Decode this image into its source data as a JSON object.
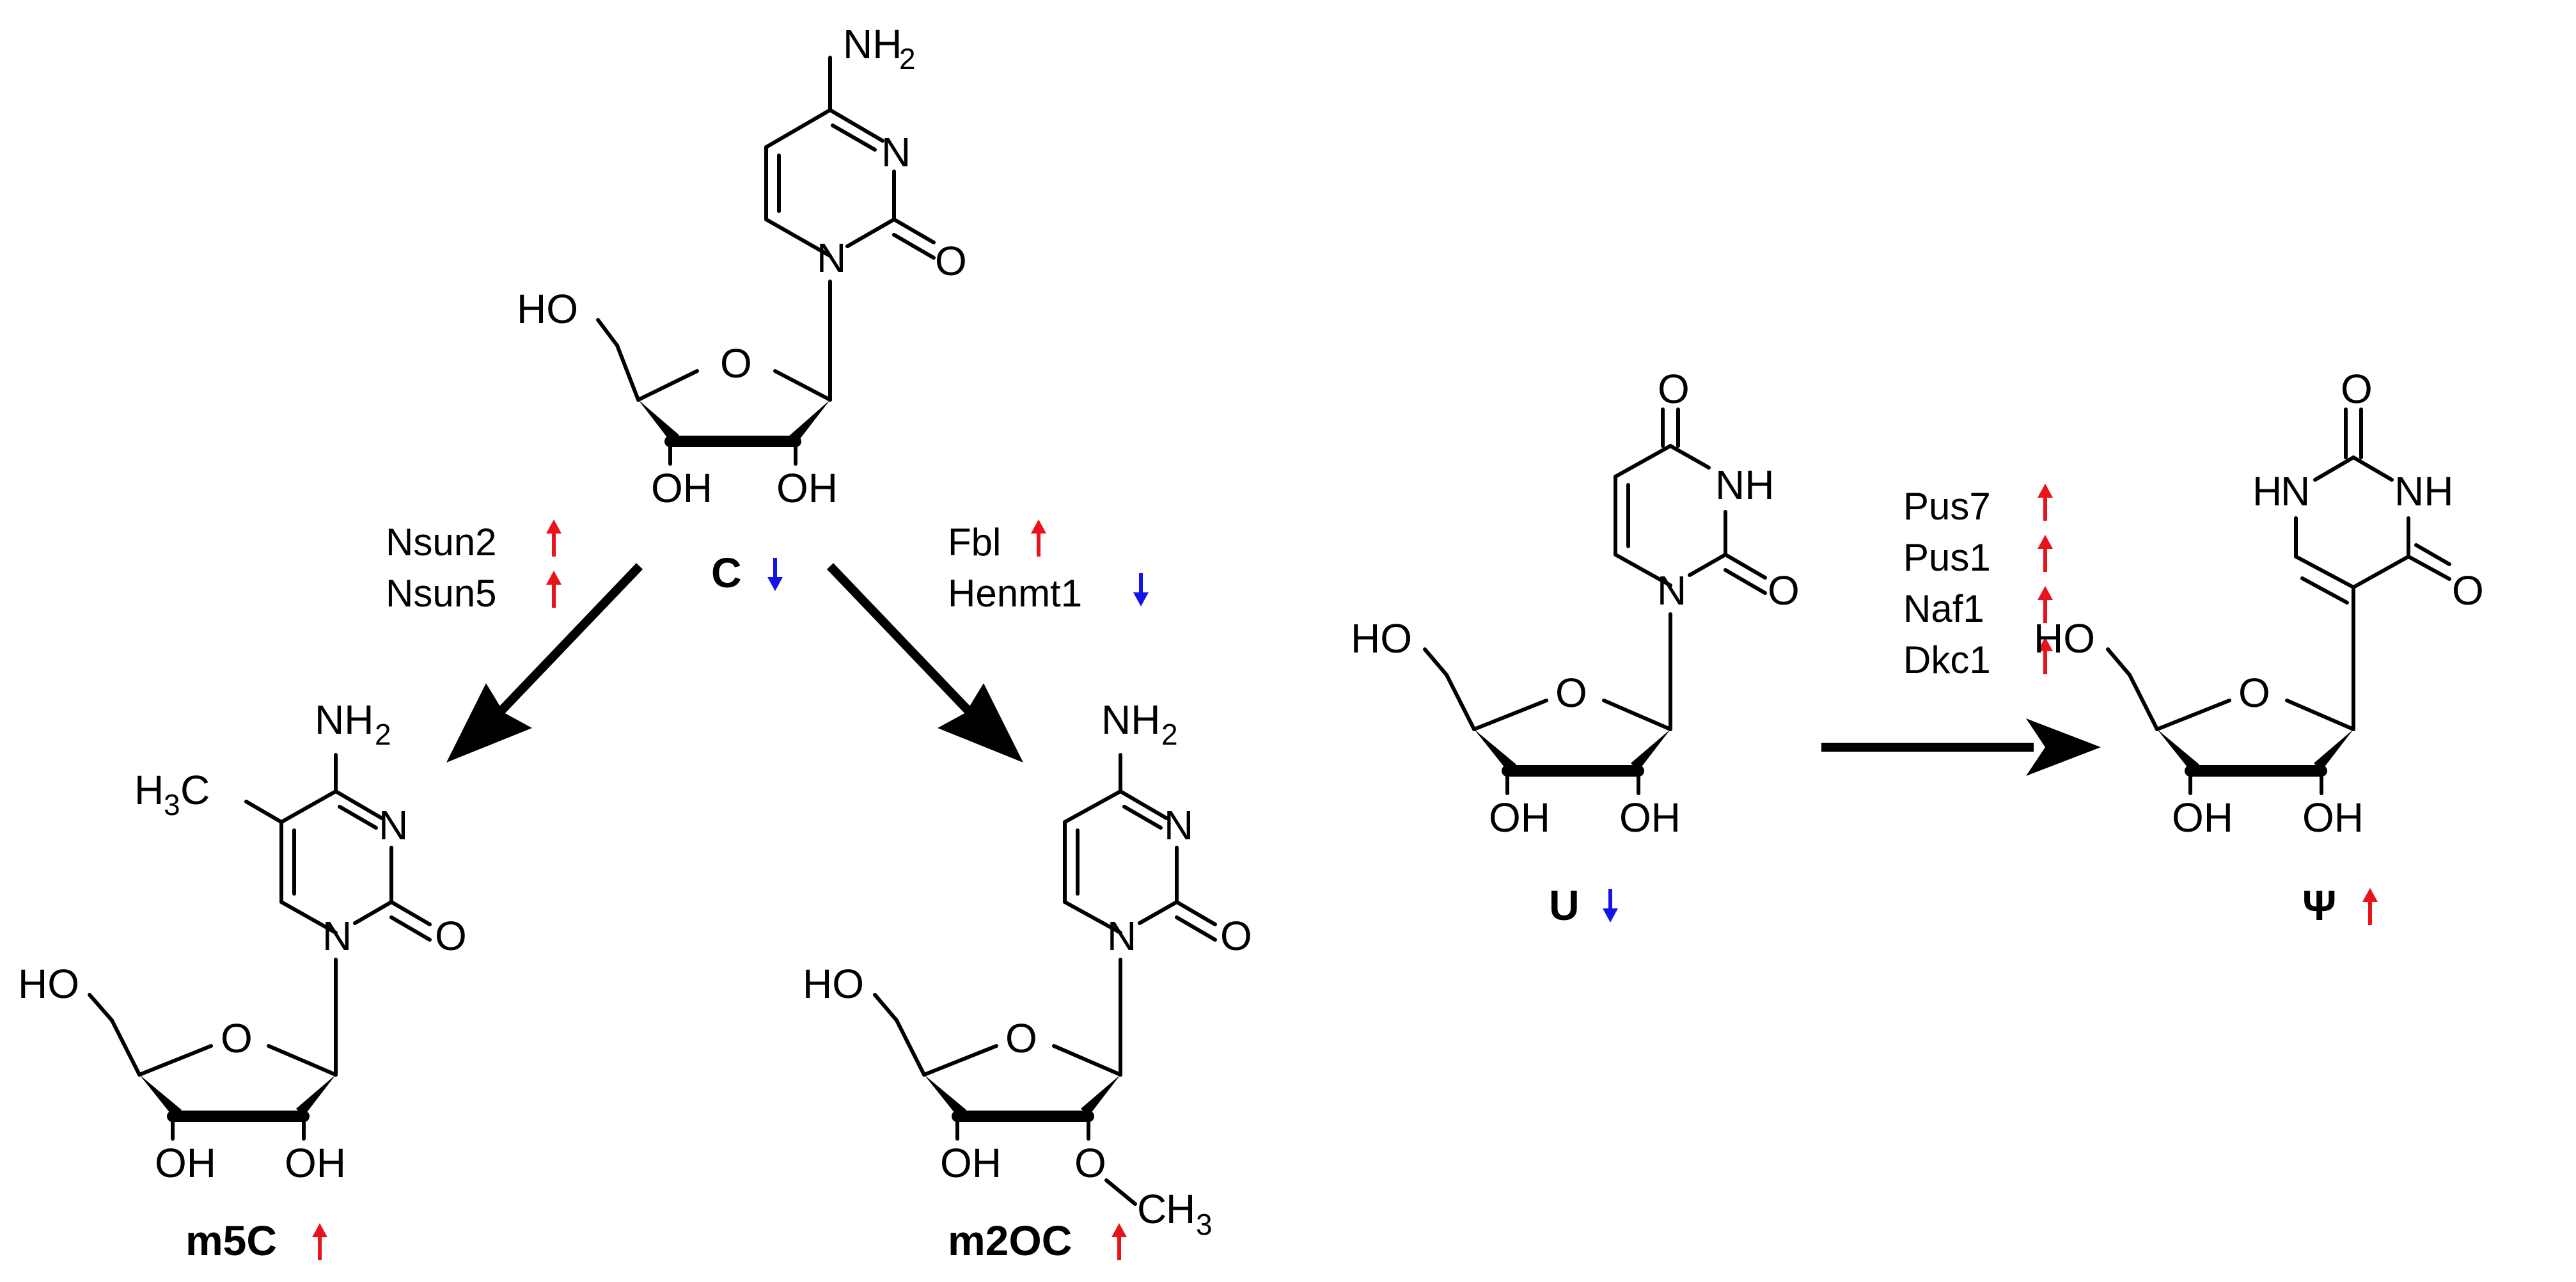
{
  "colors": {
    "up": "#e8131b",
    "down": "#1414e6",
    "ink": "#000000"
  },
  "compounds": {
    "C": {
      "label": "C",
      "trend": "down"
    },
    "m5C": {
      "label": "m5C",
      "trend": "up"
    },
    "m2OC": {
      "label": "m2OC",
      "trend": "up"
    },
    "U": {
      "label": "U",
      "trend": "down"
    },
    "psi": {
      "label": "Ψ",
      "trend": "up"
    }
  },
  "enzymes": {
    "to_m5C": [
      {
        "name": "Nsun2",
        "trend": "up"
      },
      {
        "name": "Nsun5",
        "trend": "up"
      }
    ],
    "to_m2OC": [
      {
        "name": "Fbl",
        "trend": "up"
      },
      {
        "name": "Henmt1",
        "trend": "down"
      }
    ],
    "to_psi": [
      {
        "name": "Pus7",
        "trend": "up"
      },
      {
        "name": "Pus1",
        "trend": "up"
      },
      {
        "name": "Naf1",
        "trend": "up"
      },
      {
        "name": "Dkc1",
        "trend": "up"
      }
    ]
  },
  "atoms": {
    "NH": "NH",
    "N": "N",
    "O": "O",
    "HO": "HO",
    "OH": "OH",
    "H": "H",
    "C": "C",
    "sub2": "2",
    "sub3": "3"
  }
}
